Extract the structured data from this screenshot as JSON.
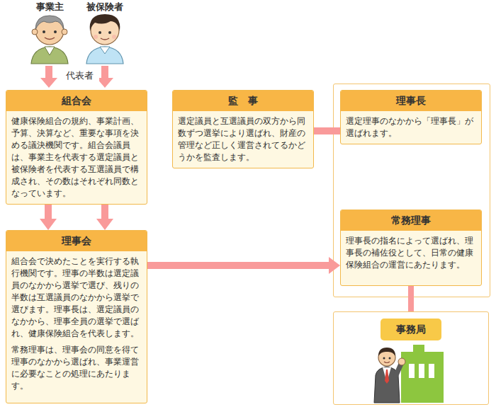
{
  "diagram": {
    "nodes": [
      {
        "text": [
          "組合会",
          "健康保険組合の規約、事業計画、予算、決算など、重要な事項を決める議決機関です。組合会議員は、事業主を代表する選定議員と被保険者を代表する互選議員で構成され、その数はそれぞれ同数となっています。"
        ]
      },
      {
        "text": [
          "監　事",
          "選定議員と互選議員の双方から同数ずつ選挙により選ばれ、財産の管理など正しく運営されてるかどうかを監査します。"
        ]
      },
      {
        "text": [
          "理事長",
          "選定理事のなかから「理事長」が選ばれます。"
        ]
      },
      {
        "text": [
          "理事会",
          "組合会で決めたことを実行する執行機関です。理事の半数は選定議員のなかから選挙で選び、残りの半数は互選議員のなかから選挙で選びます。理事長は、選定議員のなかから、理事全員の選挙で選ばれ、健康保険組合を代表します。",
          "常務理事は、理事会の同意を得て理事のなかから選ばれ、事業運営に必要なことの処理にあたります。"
        ]
      },
      {
        "text": [
          "常務理事",
          "理事長の指名によって選ばれ、理事長の補佐役として、日常の健康保険組合の運営にあたります。"
        ]
      },
      {
        "text": [
          "事務局"
        ]
      }
    ],
    "edges": [
      {
        "from": 0,
        "to": 3,
        "arrow": "to"
      },
      {
        "from": 0,
        "to": 3,
        "arrow": "to"
      },
      {
        "from": 3,
        "to": 4,
        "arrow": "to"
      },
      {
        "from": 1,
        "to": 2,
        "arrow": "none"
      },
      {
        "from": 4,
        "to": 5,
        "arrow": "none"
      }
    ],
    "labels": [
      "事業主",
      "被保険者",
      "代表者"
    ]
  }
}
